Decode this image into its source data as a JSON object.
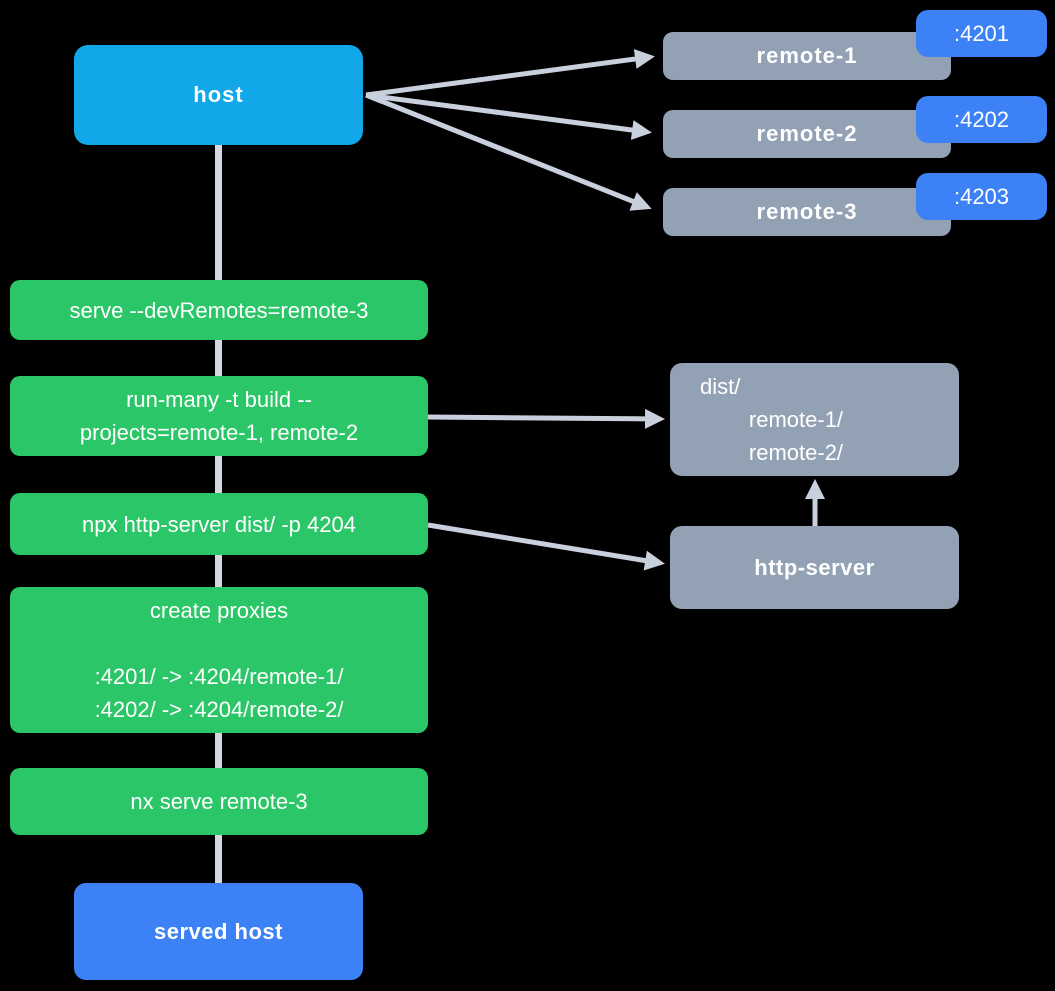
{
  "colors": {
    "host": "#11A7E8",
    "remote": "#93A1B5",
    "badge": "#3C81F5",
    "step": "#2BC667",
    "served_host": "#3C81F5",
    "trunk": "#D3D7E2",
    "arrow": "#C9D0DD",
    "text": "#FFFFFF"
  },
  "nodes": {
    "host": {
      "label": "host"
    },
    "remotes": [
      {
        "label": "remote-1",
        "port": ":4201"
      },
      {
        "label": "remote-2",
        "port": ":4202"
      },
      {
        "label": "remote-3",
        "port": ":4203"
      }
    ],
    "steps": [
      {
        "label": "serve --devRemotes=remote-3"
      },
      {
        "label": "run-many -t build --\nprojects=remote-1, remote-2"
      },
      {
        "label": "npx http-server dist/ -p 4204"
      },
      {
        "label": "create proxies\n\n:4201/ -> :4204/remote-1/\n:4202/ -> :4204/remote-2/"
      },
      {
        "label": "nx serve remote-3"
      }
    ],
    "dist": {
      "label": "dist/\n        remote-1/\n        remote-2/"
    },
    "http_server": {
      "label": "http-server"
    },
    "served_host": {
      "label": "served host"
    }
  }
}
